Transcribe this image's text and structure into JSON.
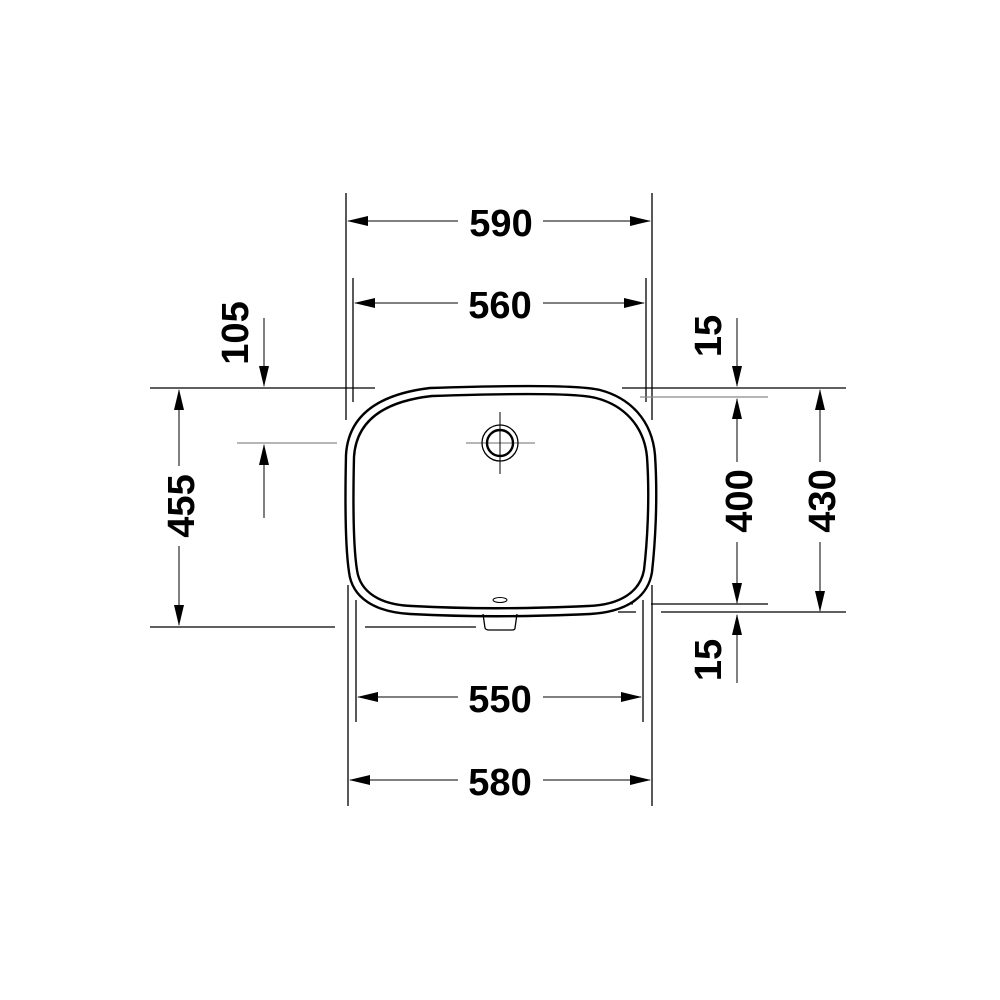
{
  "drawing": {
    "title": "Undercounter washbasin dimension drawing (top view)",
    "units": "mm",
    "colors": {
      "line": "#000000",
      "centerline": "#8a8a8a",
      "background": "#ffffff"
    },
    "dimensions": {
      "overall_width": "590",
      "inner_cutout_width": "560",
      "bottom_inner_width": "550",
      "bottom_overall_width": "580",
      "overall_depth": "455",
      "tap_hole_offset": "105",
      "rim_top": "15",
      "inner_depth": "400",
      "outer_depth": "430",
      "rim_bottom": "15"
    }
  }
}
